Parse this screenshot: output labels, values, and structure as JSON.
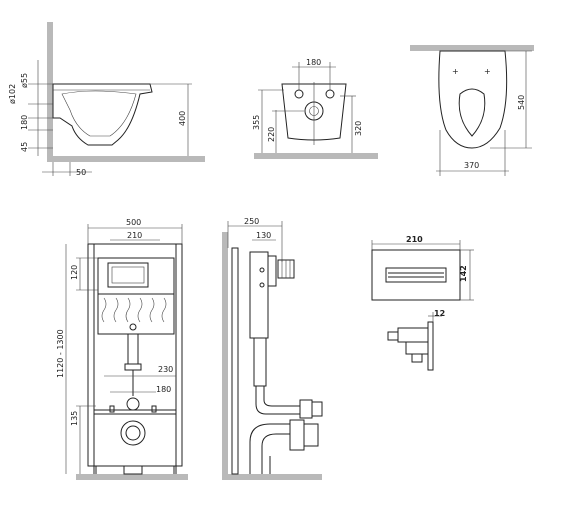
{
  "side_view": {
    "dim_d55": "ø55",
    "dim_d102": "ø102",
    "dim_180a": "180",
    "dim_45": "45",
    "dim_400": "400",
    "dim_50": "50"
  },
  "front_view": {
    "dim_180": "180",
    "dim_355": "355",
    "dim_220": "220",
    "dim_320": "320"
  },
  "top_view": {
    "dim_540": "540",
    "dim_370": "370"
  },
  "frame_front": {
    "dim_500": "500",
    "dim_210": "210",
    "dim_120": "120",
    "dim_height": "1120 - 1300",
    "dim_230": "230",
    "dim_180": "180",
    "dim_135": "135"
  },
  "frame_side": {
    "dim_250": "250",
    "dim_130": "130"
  },
  "flush_plate": {
    "dim_210": "210",
    "dim_142": "142",
    "dim_12": "12"
  },
  "colors": {
    "line": "#222222",
    "wall": "#b9b9b9",
    "background": "#ffffff"
  }
}
